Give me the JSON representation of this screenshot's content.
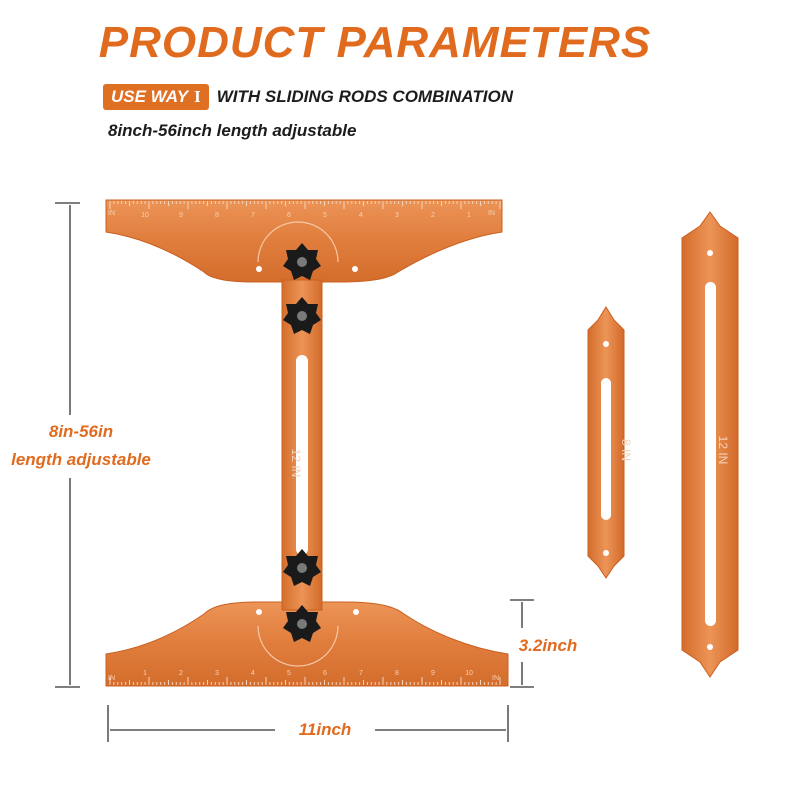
{
  "header": {
    "title": "PRODUCT PARAMETERS",
    "badge_label": "USE WAY",
    "badge_numeral": "I",
    "subtitle": "WITH SLIDING RODS COMBINATION",
    "length_note": "8inch-56inch length adjustable"
  },
  "dimensions": {
    "overall_line1": "8in-56in",
    "overall_line2": "length adjustable",
    "width": "11inch",
    "plate_height": "3.2inch"
  },
  "rods": {
    "center_rod_label": "12 IN",
    "short_rod_label": "8 IN",
    "long_rod_label": "12 IN"
  },
  "ruler": {
    "unit": "IN",
    "top_ticks": [
      "10",
      "9",
      "8",
      "7",
      "6",
      "5",
      "4",
      "3",
      "2",
      "1"
    ],
    "bottom_ticks": [
      "1",
      "2",
      "3",
      "4",
      "5",
      "6",
      "7",
      "8",
      "9",
      "10"
    ]
  },
  "colors": {
    "accent": "#e06b1f",
    "aluminum": "#e07d3d",
    "knob": "#1a1a1a",
    "dim_line": "#333333"
  },
  "icons": [
    "star-knob-icon"
  ]
}
